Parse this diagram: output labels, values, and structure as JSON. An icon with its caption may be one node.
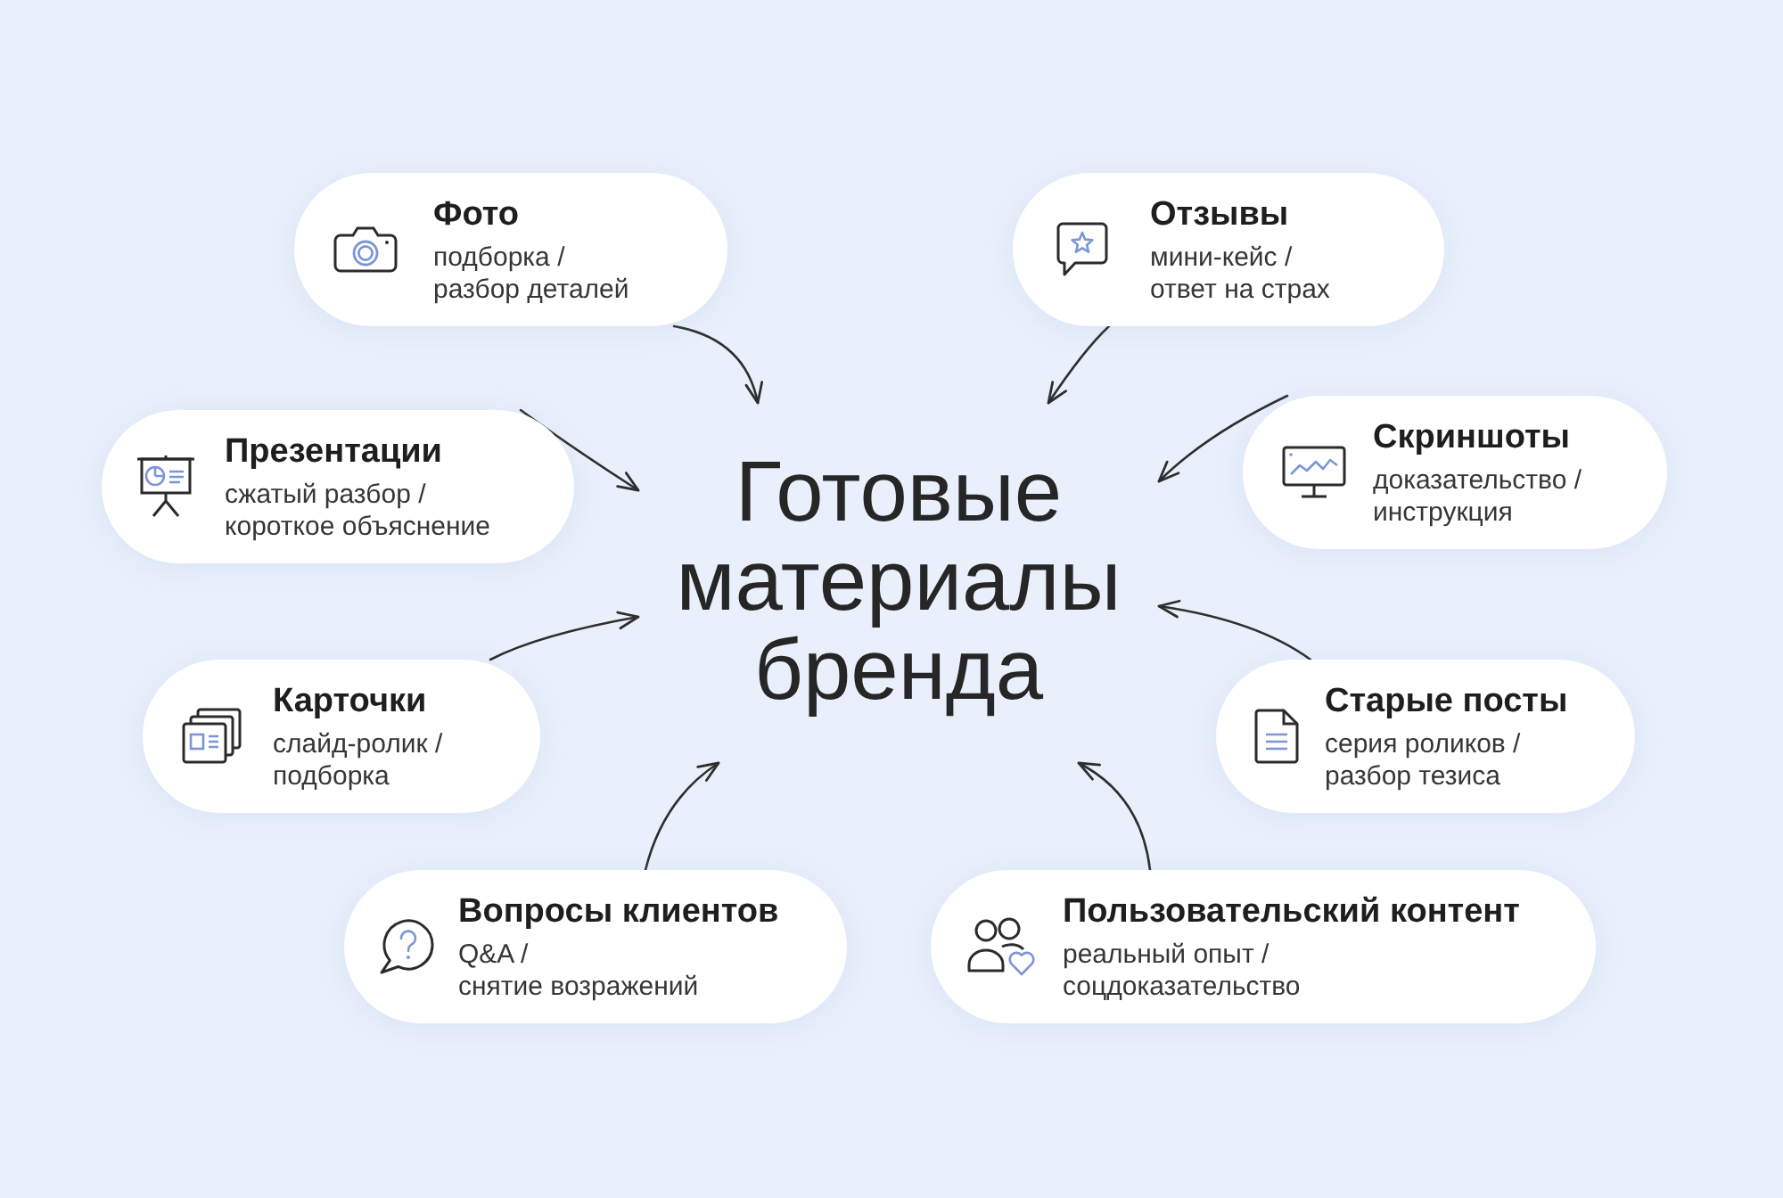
{
  "diagram": {
    "nodes": [
      {
        "text": [
          "Фото",
          "подборка / разбор деталей"
        ]
      },
      {
        "text": [
          "Отзывы",
          "мини-кейс / ответ на страх"
        ]
      },
      {
        "text": [
          "Презентации",
          "сжатый разбор / короткое объяснение"
        ]
      },
      {
        "text": [
          "Скриншоты",
          "доказательство / инструкция"
        ]
      },
      {
        "text": [
          "Готовые материалы бренда"
        ]
      },
      {
        "text": [
          "Карточки",
          "слайд-ролик / подборка"
        ]
      },
      {
        "text": [
          "Старые посты",
          "серия роликов / разбор тезиса"
        ]
      },
      {
        "text": [
          "Вопросы клиентов",
          "Q&A / снятие возражений"
        ]
      },
      {
        "text": [
          "Пользовательский контент",
          "реальный опыт / соцдоказательство"
        ]
      }
    ],
    "edges": [
      {
        "from": 0,
        "to": 4,
        "arrow": "to"
      },
      {
        "from": 1,
        "to": 4,
        "arrow": "to"
      },
      {
        "from": 2,
        "to": 4,
        "arrow": "to"
      },
      {
        "from": 3,
        "to": 4,
        "arrow": "to"
      },
      {
        "from": 5,
        "to": 4,
        "arrow": "to"
      },
      {
        "from": 6,
        "to": 4,
        "arrow": "to"
      },
      {
        "from": 7,
        "to": 4,
        "arrow": "to"
      },
      {
        "from": 8,
        "to": 4,
        "arrow": "to"
      }
    ]
  }
}
